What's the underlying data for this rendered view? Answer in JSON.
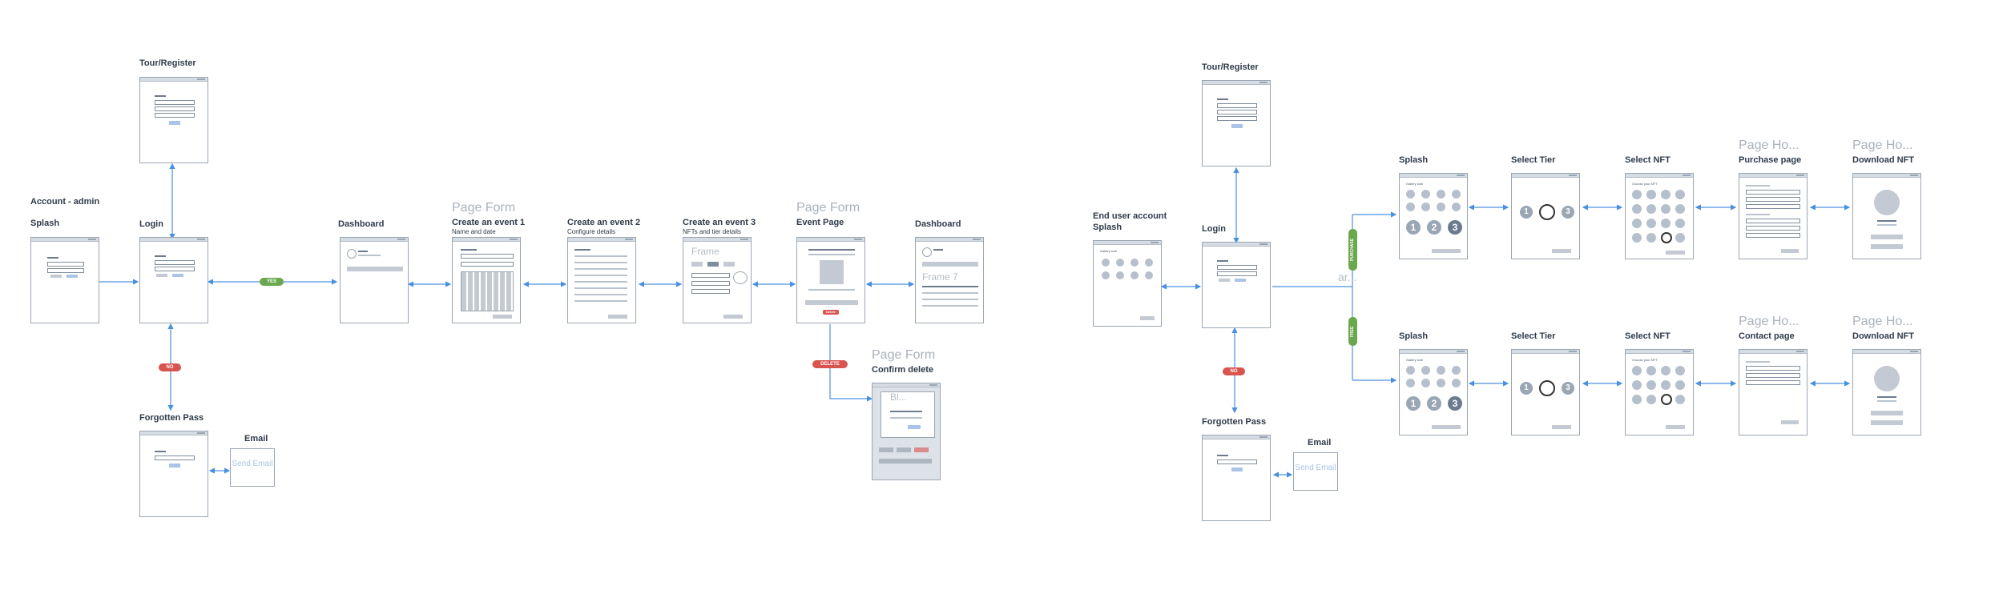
{
  "colors": {
    "accent_blue": "#4a90e2",
    "frame_border": "#9aa6b4",
    "yes_green": "#6aa84f",
    "no_red": "#d9534f",
    "muted_text": "#a9b2bd"
  },
  "admin": {
    "section_title": "Account - admin",
    "screens": {
      "splash": "Splash",
      "login": "Login",
      "tour": "Tour/Register",
      "forgot": "Forgotten Pass",
      "email": "Email",
      "dashboard": "Dashboard",
      "create1": "Create an event 1",
      "create1_sub": "Name and date",
      "create2": "Create an event 2",
      "create2_sub": "Configure details",
      "create3": "Create an event 3",
      "create3_sub": "NFTs and tier details",
      "event": "Event Page",
      "dashboard2": "Dashboard",
      "confirm_delete": "Confirm delete"
    },
    "page_form": "Page Form",
    "send_email": "Send Email",
    "badges": {
      "yes": "YES",
      "no": "NO",
      "delete": "DELETE",
      "delete_btn": "Delete"
    },
    "ghost": {
      "frame": "Frame",
      "frame7": "Frame 7",
      "bl": "Bl..."
    }
  },
  "user": {
    "section_title": "End user account",
    "screens": {
      "splash_main": "Splash",
      "login": "Login",
      "tour": "Tour/Register",
      "forgot": "Forgotten Pass",
      "email": "Email",
      "splash_top": "Splash",
      "tier_top": "Select Tier",
      "nft_top": "Select NFT",
      "purchase": "Purchase page",
      "download_top": "Download NFT",
      "splash_bot": "Splash",
      "tier_bot": "Select Tier",
      "nft_bot": "Select NFT",
      "contact": "Contact page",
      "download_bot": "Download NFT"
    },
    "page_ho": "Page Ho...",
    "send_email": "Send Email",
    "badges": {
      "no": "NO",
      "purchase": "PURCHASE",
      "free": "FREE"
    },
    "ghost": {
      "ar": "ar..."
    },
    "frame_text": {
      "gallery": "Gallery wall",
      "choose": "Choose your NFT",
      "numbers": [
        "1",
        "2",
        "3"
      ]
    }
  }
}
